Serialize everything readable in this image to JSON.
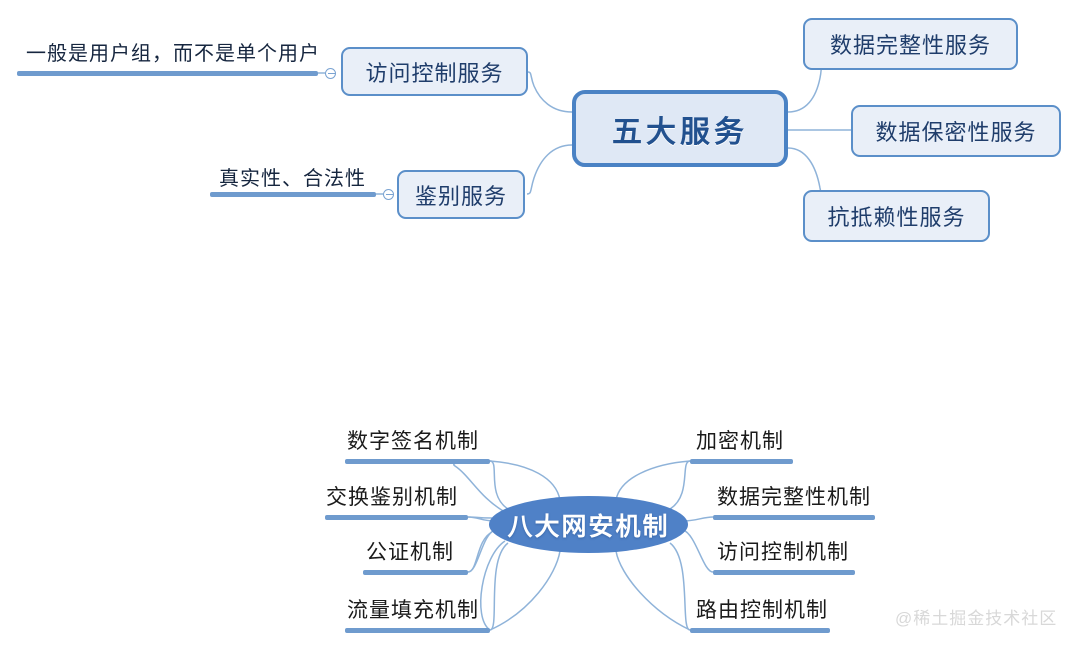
{
  "page": {
    "title": "网络安全五大服务与八大网安机制思维导图",
    "background": "#ffffff",
    "watermark": "@稀土掘金技术社区"
  },
  "colors": {
    "node_fill": "#e9eff8",
    "node_border": "#5b8fc9",
    "node_text": "#1f3d6b",
    "center_fill": "#dfe8f5",
    "center_border": "#4a82c4",
    "center_text": "#22518f",
    "oval_fill": "#4f81c7",
    "oval_text": "#ffffff",
    "connector_line": "#8fb3d9",
    "underline": "#6f9bce",
    "leaf_text": "#16263f",
    "watermark_text": "#d8d8d8"
  },
  "map_top": {
    "center": {
      "label": "五大服务"
    },
    "left_branches": [
      {
        "node": "访问控制服务",
        "annotation": "一般是用户组，而不是单个用户"
      },
      {
        "node": "鉴别服务",
        "annotation": "真实性、合法性"
      }
    ],
    "right_branches": [
      {
        "node": "数据完整性服务"
      },
      {
        "node": "数据保密性服务"
      },
      {
        "node": "抗抵赖性服务"
      }
    ]
  },
  "map_bottom": {
    "center": {
      "label": "八大网安机制"
    },
    "left_branches": [
      {
        "label": "数字签名机制"
      },
      {
        "label": "交换鉴别机制"
      },
      {
        "label": "公证机制"
      },
      {
        "label": "流量填充机制"
      }
    ],
    "right_branches": [
      {
        "label": "加密机制"
      },
      {
        "label": "数据完整性机制"
      },
      {
        "label": "访问控制机制"
      },
      {
        "label": "路由控制机制"
      }
    ]
  }
}
